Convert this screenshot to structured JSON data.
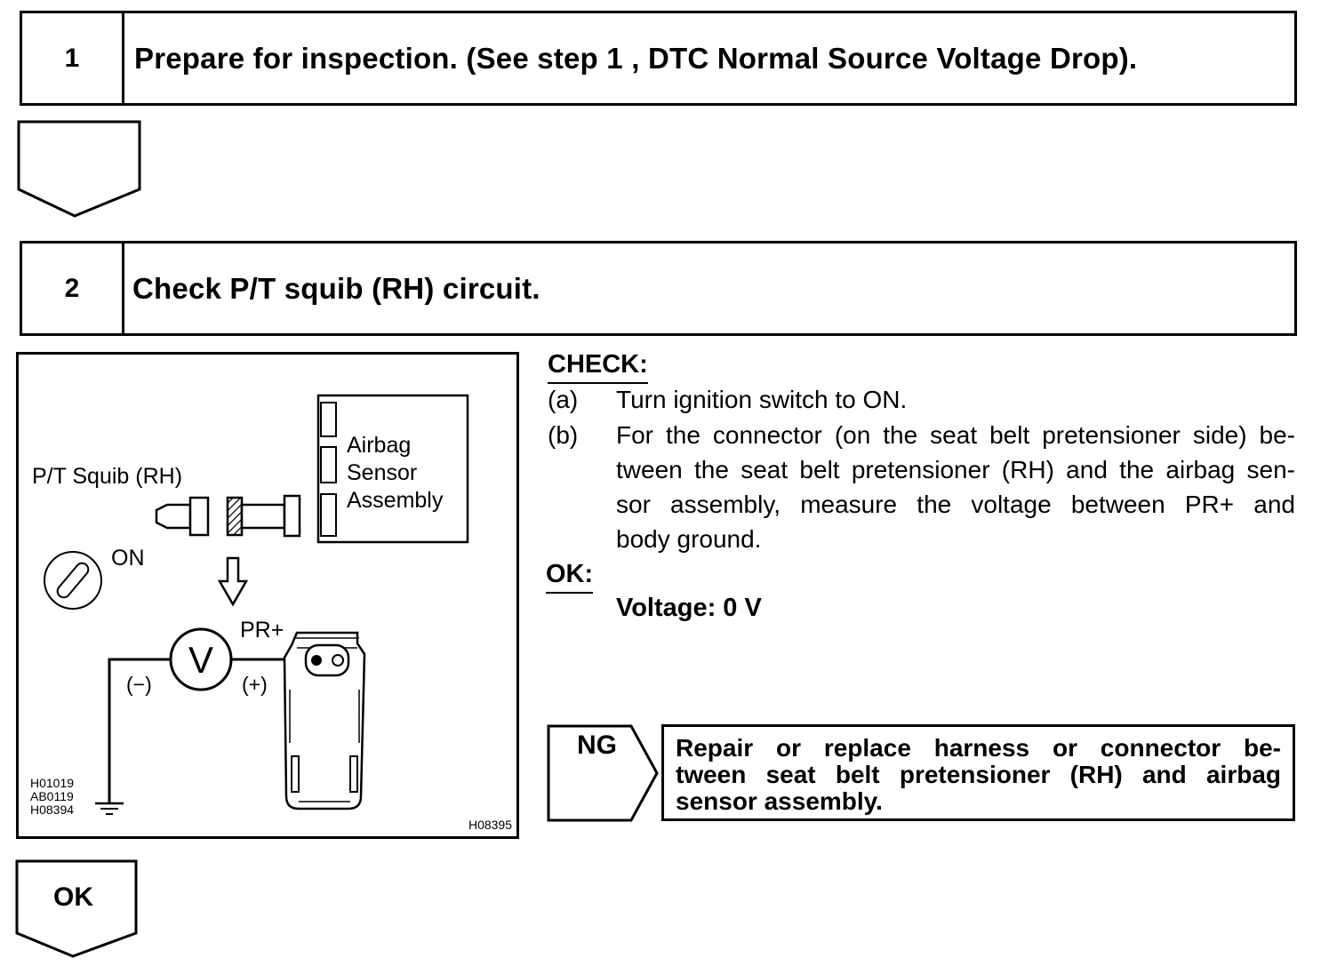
{
  "step1": {
    "number": "1",
    "title": "Prepare for inspection. (See step 1 , DTC Normal Source Voltage Drop)."
  },
  "step2": {
    "number": "2",
    "title": "Check P/T squib (RH) circuit."
  },
  "diagram": {
    "squib_label": "P/T Squib (RH)",
    "sensor_label": [
      "Airbag",
      "Sensor",
      "Assembly"
    ],
    "switch_label": "ON",
    "terminal_label": "PR+",
    "meter_label": "V",
    "minus_label": "(−)",
    "plus_label": "(+)",
    "ref_codes": [
      "H01019",
      "AB0119",
      "H08394"
    ],
    "figure_code": "H08395"
  },
  "check": {
    "heading": "CHECK:",
    "items": [
      {
        "marker": "(a)",
        "text": "Turn ignition switch to ON."
      },
      {
        "marker": "(b)",
        "lines": [
          "For the connector (on the seat belt pretensioner side) be-",
          "tween the seat belt pretensioner (RH) and the airbag sen-",
          "sor assembly, measure the voltage between PR+ and",
          "body ground."
        ]
      }
    ],
    "ok_heading": "OK:",
    "ok_value": "Voltage: 0 V"
  },
  "ng": {
    "label": "NG",
    "result_lines": [
      "Repair or replace harness or connector be-",
      "tween seat belt pretensioner (RH) and airbag",
      "sensor assembly."
    ]
  },
  "ok_arrow": {
    "label": "OK"
  }
}
